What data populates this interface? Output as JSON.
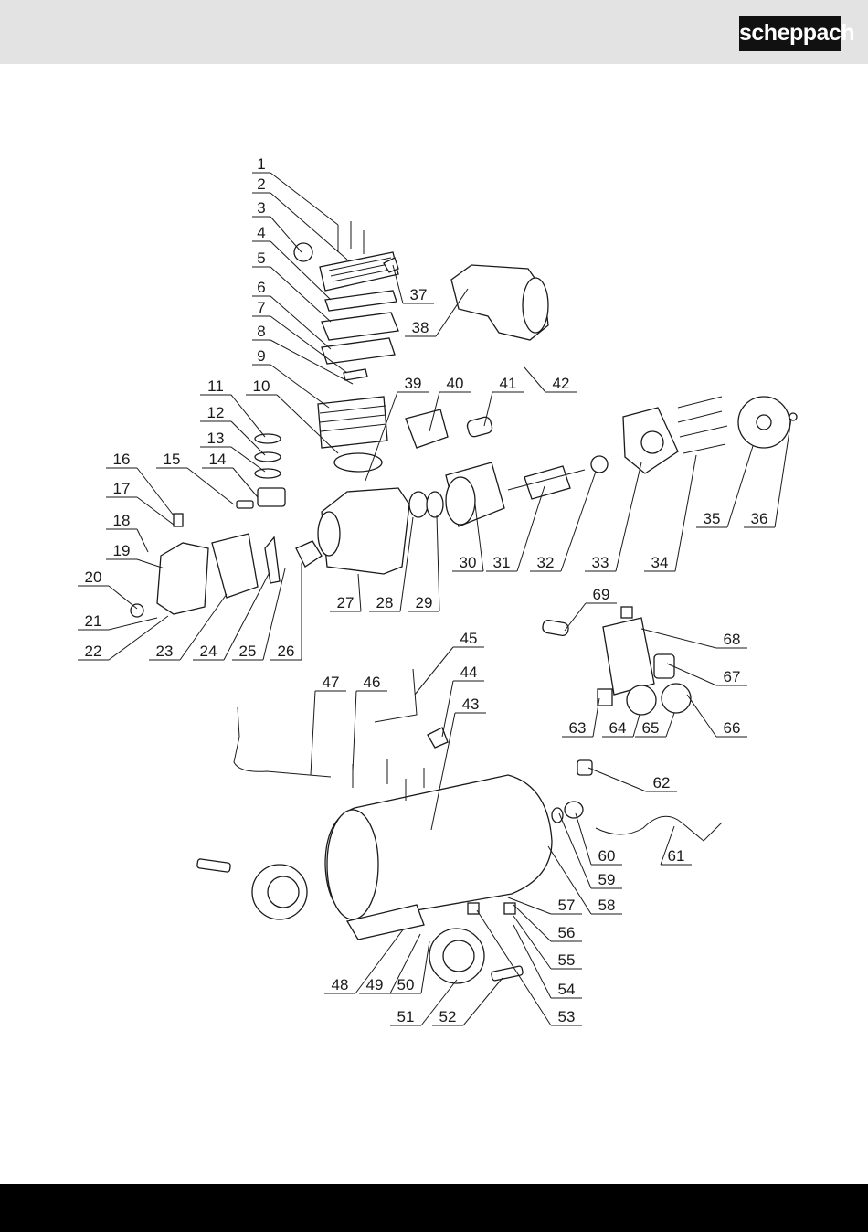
{
  "header": {
    "brand": "scheppach"
  },
  "diagram": {
    "part_numbers": [
      "1",
      "2",
      "3",
      "4",
      "5",
      "6",
      "7",
      "8",
      "9",
      "10",
      "11",
      "12",
      "13",
      "14",
      "15",
      "16",
      "17",
      "18",
      "19",
      "20",
      "21",
      "22",
      "23",
      "24",
      "25",
      "26",
      "27",
      "28",
      "29",
      "30",
      "31",
      "32",
      "33",
      "34",
      "35",
      "36",
      "37",
      "38",
      "39",
      "40",
      "41",
      "42",
      "43",
      "44",
      "45",
      "46",
      "47",
      "48",
      "49",
      "50",
      "51",
      "52",
      "53",
      "54",
      "55",
      "56",
      "57",
      "58",
      "59",
      "60",
      "61",
      "62",
      "63",
      "64",
      "65",
      "66",
      "67",
      "68",
      "69"
    ]
  }
}
